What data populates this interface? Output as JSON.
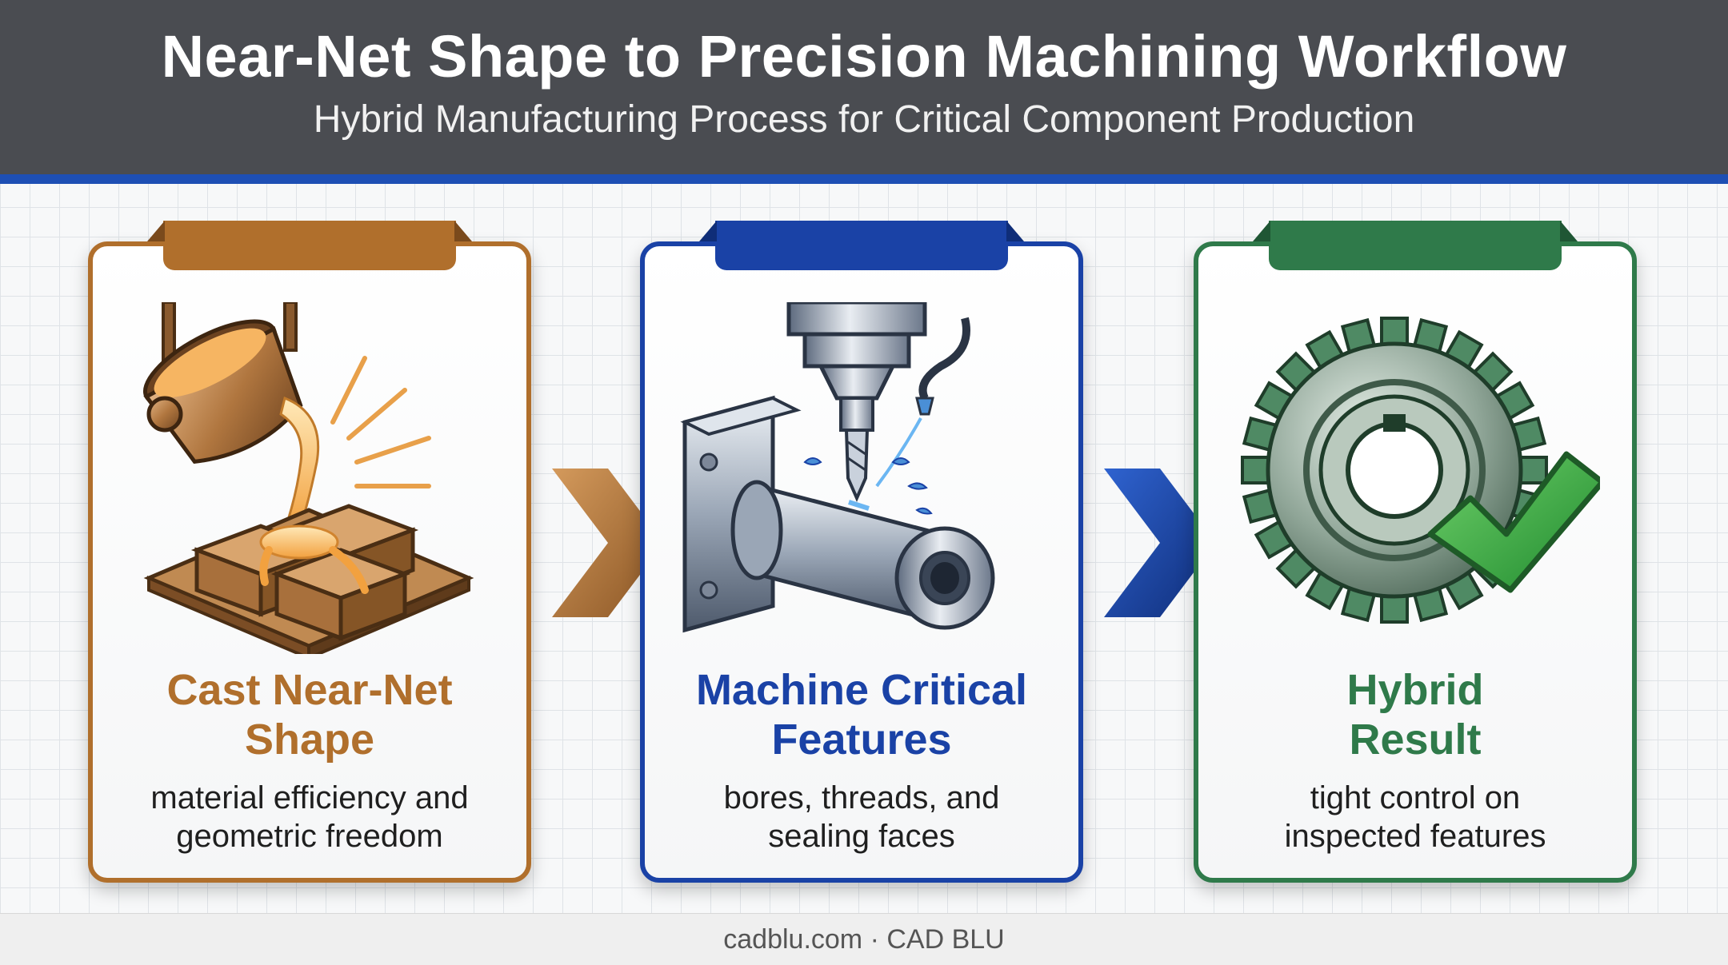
{
  "header": {
    "title": "Near-Net Shape to Precision Machining Workflow",
    "subtitle": "Hybrid Manufacturing Process for Critical Component Production"
  },
  "colors": {
    "header_bg": "#4a4c51",
    "accent_bar": "#1e4fb4",
    "cast": "#b06f2c",
    "machine": "#1a42a6",
    "result": "#2f7a4a"
  },
  "steps": [
    {
      "title_line1": "Cast Near-Net",
      "title_line2": "Shape",
      "desc_line1": "material efficiency and",
      "desc_line2": "geometric freedom",
      "icon": "casting-ladle-icon",
      "color": "#b06f2c"
    },
    {
      "title_line1": "Machine Critical",
      "title_line2": "Features",
      "desc_line1": "bores, threads, and",
      "desc_line2": "sealing faces",
      "icon": "cnc-drill-icon",
      "color": "#1a42a6"
    },
    {
      "title_line1": "Hybrid",
      "title_line2": "Result",
      "desc_line1": "tight control on",
      "desc_line2": "inspected features",
      "icon": "gear-check-icon",
      "color": "#2f7a4a"
    }
  ],
  "footer": {
    "text": "cadblu.com · CAD BLU"
  }
}
